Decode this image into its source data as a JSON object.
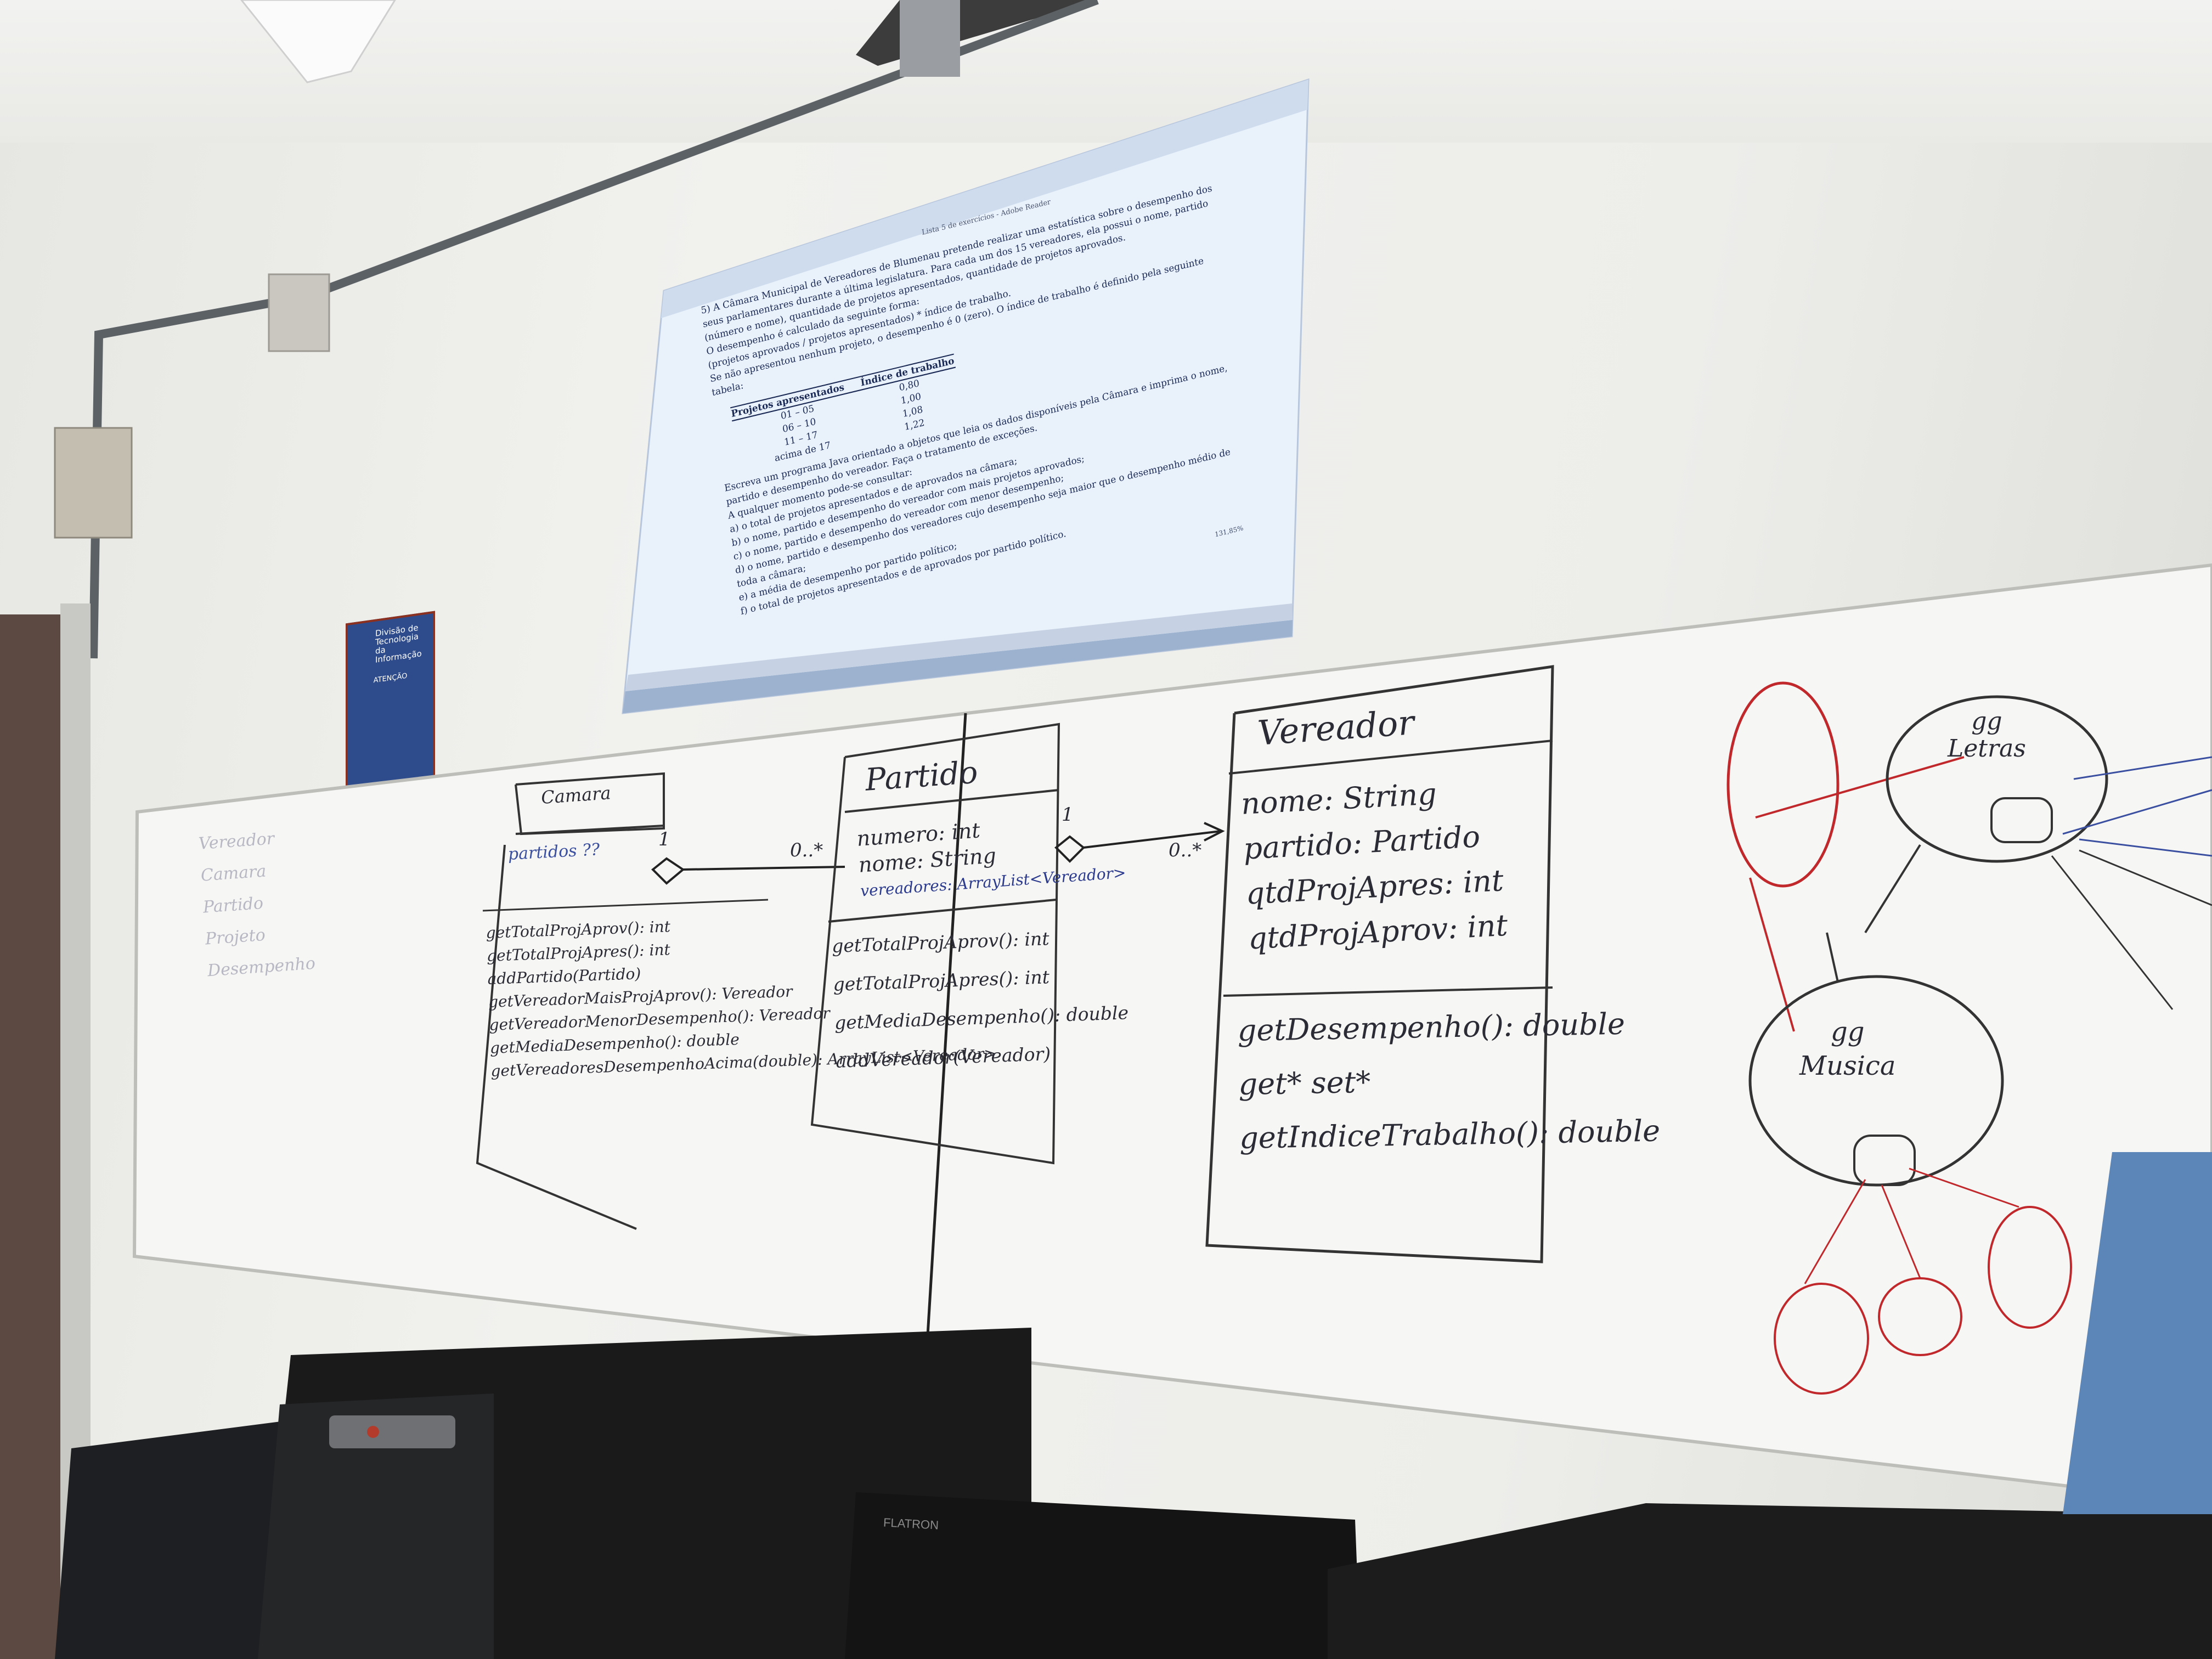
{
  "projection": {
    "problem_text": [
      "5)  A Câmara Municipal de Vereadores de Blumenau pretende realizar uma estatística sobre o desempenho dos",
      "seus parlamentares durante a última legislatura. Para cada um dos 15 vereadores, ela possui o nome, partido",
      "(número e nome), quantidade de projetos apresentados, quantidade de projetos aprovados.",
      "O desempenho é calculado da seguinte forma:",
      "(projetos aprovados / projetos apresentados) * índice de trabalho.",
      "Se não apresentou nenhum projeto, o desempenho é 0 (zero). O índice de trabalho é definido pela seguinte",
      "tabela:"
    ],
    "table": {
      "headers": [
        "Projetos apresentados",
        "Índice de trabalho"
      ],
      "rows": [
        [
          "01 – 05",
          "0,80"
        ],
        [
          "06 – 10",
          "1,00"
        ],
        [
          "11 – 17",
          "1,08"
        ],
        [
          "acima de 17",
          "1,22"
        ]
      ]
    },
    "after_text": [
      "Escreva um programa Java orientado a objetos que leia os dados disponíveis pela Câmara e imprima o nome,",
      "partido e desempenho do vereador. Faça o tratamento de exceções.",
      "A qualquer momento pode-se consultar:",
      "a)  o total de projetos apresentados e de aprovados na câmara;",
      "b)  o nome, partido e desempenho do vereador com mais projetos aprovados;",
      "c)  o nome, partido e desempenho do vereador com menor desempenho;",
      "d)  o nome, partido e desempenho dos vereadores cujo desempenho seja maior que o desempenho médio de",
      "toda a câmara;",
      "e)  a média de desempenho por partido político;",
      "f)  o total de projetos apresentados e de aprovados por partido político."
    ],
    "window_title": "Lista 5 de exercícios - Adobe Reader",
    "zoom": "131,85%"
  },
  "sign": {
    "title": "Divisão de Tecnologia da Informação",
    "subtitle": "ATENÇÃO"
  },
  "whiteboard": {
    "left_list": [
      "Vereador",
      "Camara",
      "Partido",
      "Projeto",
      "Desempenho"
    ],
    "camara": {
      "name": "Camara",
      "attributes": [
        "partidos ??"
      ],
      "methods": [
        "getTotalProjAprov(): int",
        "getTotalProjApres(): int",
        "addPartido(Partido)",
        "getVereadorMaisProjAprov(): Vereador",
        "getVereadorMenorDesempenho(): Vereador",
        "getMediaDesempenho(): double",
        "getVereadoresDesempenhoAcima(double): ArrayList<Vereador>"
      ]
    },
    "assoc1": {
      "one": "1",
      "many": "0..*"
    },
    "partido": {
      "name": "Partido",
      "attributes": [
        "numero: int",
        "nome: String",
        "vereadores: ArrayList<Vereador>"
      ],
      "methods": [
        "getTotalProjAprov(): int",
        "getTotalProjApres(): int",
        "getMediaDesempenho(): double",
        "addVereador(Vereador)"
      ]
    },
    "assoc2": {
      "one": "1",
      "many": "0..*"
    },
    "vereador": {
      "name": "Vereador",
      "attributes": [
        "nome: String",
        "partido: Partido",
        "qtdProjApres: int",
        "qtdProjAprov: int"
      ],
      "methods": [
        "getDesempenho(): double",
        "get*   set*",
        "getIndiceTrabalho(): double"
      ]
    },
    "sketch": {
      "node_top": "gg\nLetras",
      "node_mid": "gg\nMusica"
    }
  },
  "monitor_brand": "FLATRON",
  "colors": {
    "projector_bg": "#e9f2fb",
    "ink": "#2b2b35",
    "blue_ink": "#2b3a8c",
    "red_ink": "#c0282c"
  }
}
